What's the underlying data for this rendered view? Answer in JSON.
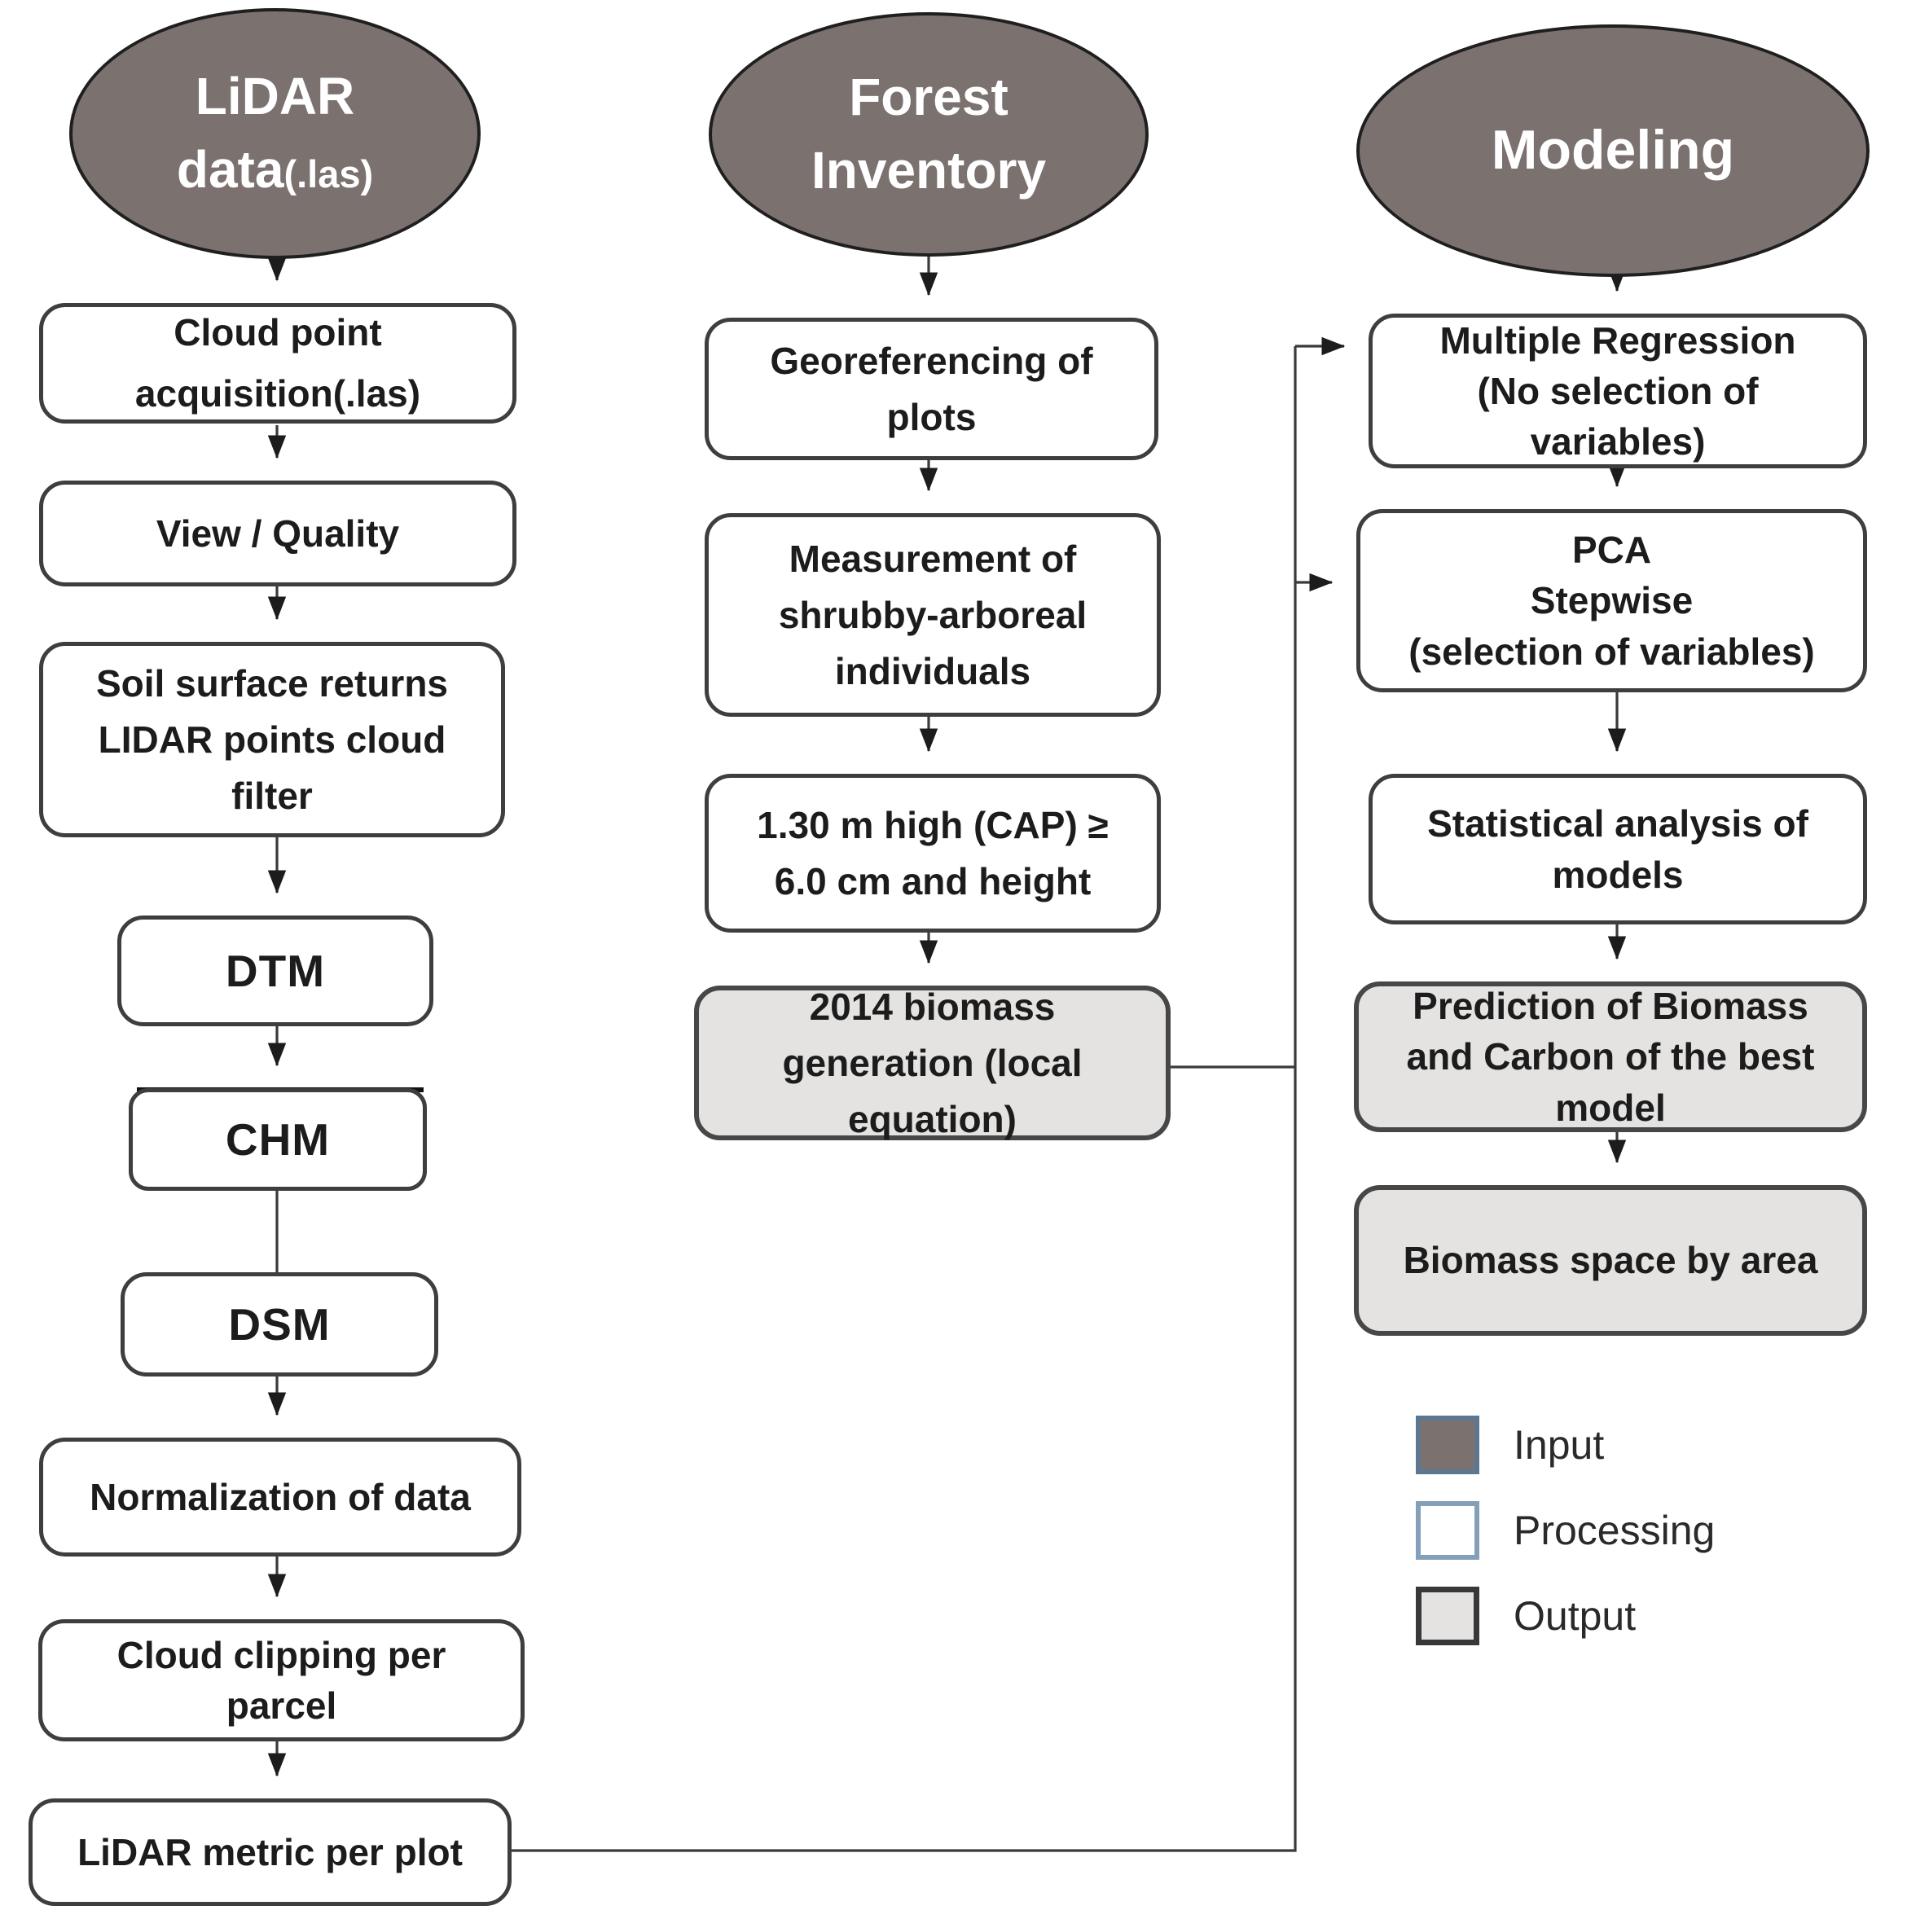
{
  "palette": {
    "input_fill": "#7b7270",
    "input_border": "#1f1f1f",
    "processing_fill": "#ffffff",
    "processing_border": "#3e3e3e",
    "output_fill": "#e4e3e2",
    "output_border": "#474747",
    "text_dark": "#1c1c1c",
    "text_light": "#ffffff",
    "legend_input_border": "#5d7791",
    "legend_processing_border": "#84a0b8",
    "legend_output_border": "#383838"
  },
  "ellipses": {
    "lidar": {
      "main": "LiDAR\ndata",
      "suffix": "(.las)"
    },
    "forest": {
      "label": "Forest\nInventory"
    },
    "modeling": {
      "label": "Modeling"
    }
  },
  "nodes": {
    "cloud_point": {
      "label": "Cloud point\nacquisition(.las)",
      "type": "processing"
    },
    "view_quality": {
      "label": "View / Quality",
      "type": "processing"
    },
    "soil_surface": {
      "label": "Soil surface returns\nLIDAR points cloud\nfilter",
      "type": "processing"
    },
    "dtm": {
      "label": "DTM",
      "type": "processing"
    },
    "chm": {
      "label": "CHM",
      "type": "processing"
    },
    "dsm": {
      "label": "DSM",
      "type": "processing"
    },
    "normalization": {
      "label": "Normalization of data",
      "type": "processing"
    },
    "cloud_clipping": {
      "label": "Cloud clipping per\nparcel",
      "type": "processing"
    },
    "lidar_metric": {
      "label": "LiDAR metric per plot",
      "type": "processing"
    },
    "georeferencing": {
      "label": "Georeferencing of\nplots",
      "type": "processing"
    },
    "measurement": {
      "label": "Measurement of\nshrubby-arboreal\nindividuals",
      "type": "processing"
    },
    "cap_rule": {
      "label": "1.30 m high (CAP) ≥\n6.0 cm and height",
      "type": "processing"
    },
    "biomass_2014": {
      "label": "2014 biomass\ngeneration (local\nequation)",
      "type": "output"
    },
    "multiple_regression": {
      "label": "Multiple Regression\n(No selection of\nvariables)",
      "type": "processing"
    },
    "pca_stepwise": {
      "label": "PCA\nStepwise\n(selection of variables)",
      "type": "processing"
    },
    "statistical_analysis": {
      "label": "Statistical analysis of\nmodels",
      "type": "processing"
    },
    "prediction": {
      "label": "Prediction of Biomass\nand Carbon of the best\nmodel",
      "type": "output"
    },
    "biomass_space": {
      "label": "Biomass space by area",
      "type": "output"
    }
  },
  "legend": {
    "items": [
      {
        "label": "Input",
        "type": "input"
      },
      {
        "label": "Processing",
        "type": "processing"
      },
      {
        "label": "Output",
        "type": "output"
      }
    ]
  }
}
